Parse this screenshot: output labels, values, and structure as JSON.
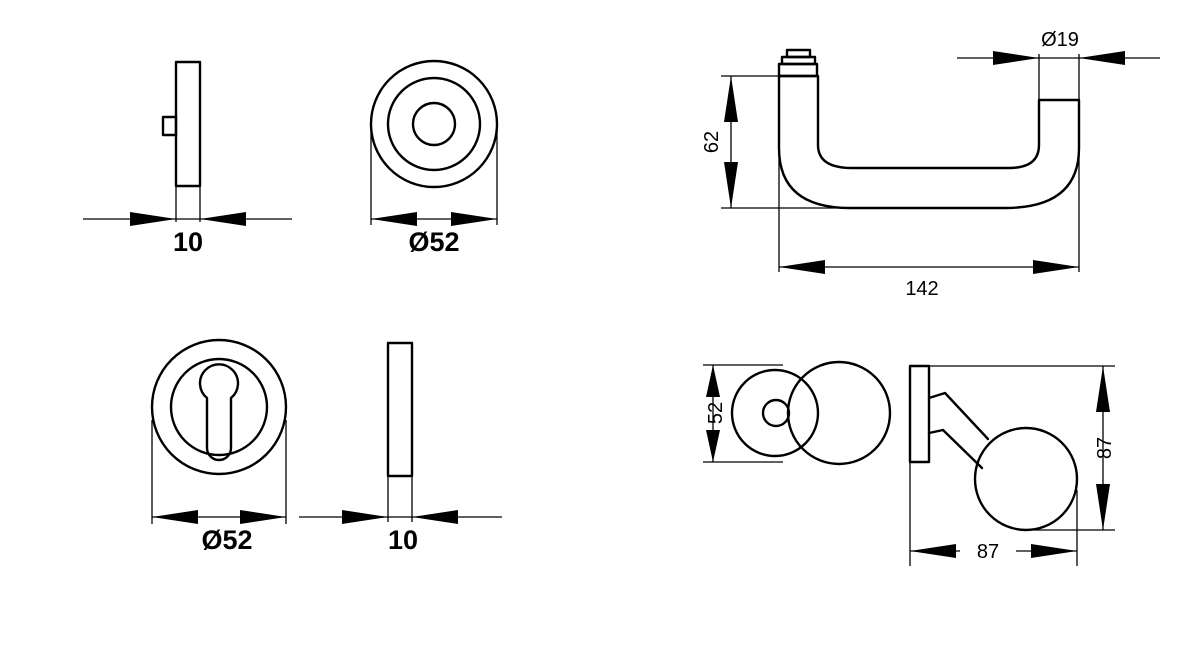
{
  "dimensions": {
    "rose_side_thickness": "10",
    "rose_front_diameter": "Ø52",
    "cylinder_rose_diameter": "Ø52",
    "cylinder_rose_thickness": "10",
    "lever_height": "62",
    "lever_grip_diameter": "Ø19",
    "lever_length": "142",
    "knob_rose_diameter": "52",
    "knob_height": "87",
    "knob_projection": "87"
  }
}
